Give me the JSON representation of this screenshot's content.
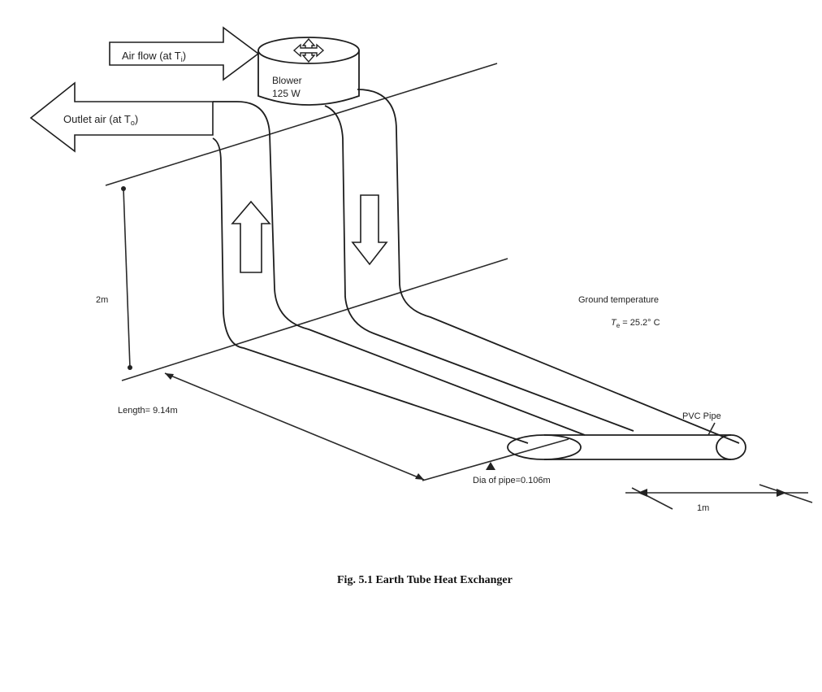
{
  "labels": {
    "air_flow": "Air flow (at T",
    "air_flow_sub": "i",
    "air_flow_close": ")",
    "outlet": "Outlet air (at T",
    "outlet_sub": "o",
    "outlet_close": ")",
    "blower_line1": "Blower",
    "blower_line2": "125 W",
    "depth": "2m",
    "ground_temp_title": "Ground temperature",
    "ground_temp_value": "T",
    "ground_temp_sub": "e",
    "ground_temp_rest": " = 25.2° C",
    "length": "Length= 9.14m",
    "pvc_pipe": "PVC Pipe",
    "dia_pipe": "Dia of pipe=0.106m",
    "spacing": "1m"
  },
  "caption": "Fig. 5.1 Earth Tube Heat Exchanger",
  "colors": {
    "line": "#2a2a2a",
    "background": "#ffffff"
  }
}
